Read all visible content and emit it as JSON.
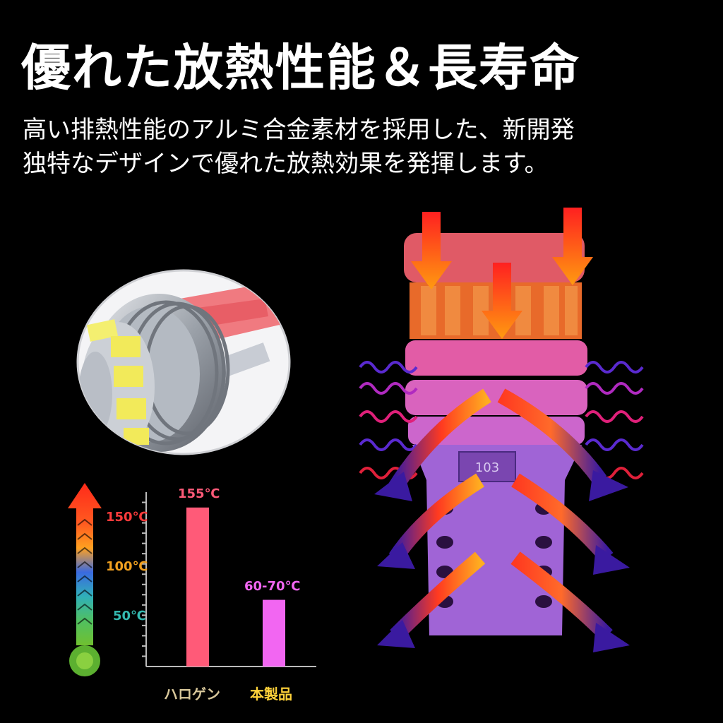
{
  "headline": "優れた放熱性能＆長寿命",
  "description": {
    "line1": "高い排熱性能のアルミ合金素材を採用した、新開発",
    "line2": "独特なデザインで優れた放熱効果を発揮します。"
  },
  "bulb_label": "103",
  "temperature_scale": {
    "ticks": [
      "150℃",
      "100℃",
      "50℃"
    ],
    "colors": {
      "150": "#ff3b3b",
      "100": "#f0a020",
      "50": "#34b9b0"
    }
  },
  "chart_data": {
    "type": "bar",
    "categories": [
      "ハロゲン",
      "本製品"
    ],
    "values": [
      155,
      65
    ],
    "value_labels": [
      "155℃",
      "60-70℃"
    ],
    "ylim": [
      0,
      170
    ],
    "colors": [
      "#ff5a78",
      "#f266f2"
    ],
    "category_colors": [
      "#d8c79a",
      "#ffd23a"
    ]
  },
  "colors": {
    "background": "#000000",
    "bar_halogen": "#ff5a78",
    "bar_product": "#f266f2",
    "heat_arrow": "#ff3a20"
  }
}
